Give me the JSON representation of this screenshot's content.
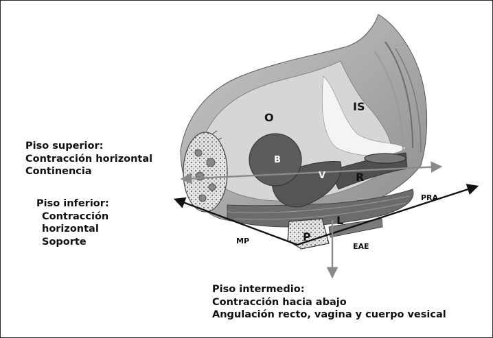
{
  "structure_labels": {
    "O": "O",
    "IS": "IS",
    "B": "B",
    "V": "V",
    "R": "R",
    "L": "L",
    "P": "P",
    "PRA": "PRA",
    "MP": "MP",
    "EAE": "EAE"
  },
  "captions": {
    "superior": {
      "title": "Piso superior:",
      "line1": "Contracción horizontal",
      "line2": "Continencia"
    },
    "inferior": {
      "title": "Piso inferior:",
      "line1": "Contracción",
      "line2": "horizontal",
      "line3": "Soporte"
    },
    "intermedio": {
      "title": "Piso intermedio:",
      "line1": "Contracción hacia abajo",
      "line2": "Angulación recto, vagina y cuerpo vesical"
    }
  }
}
